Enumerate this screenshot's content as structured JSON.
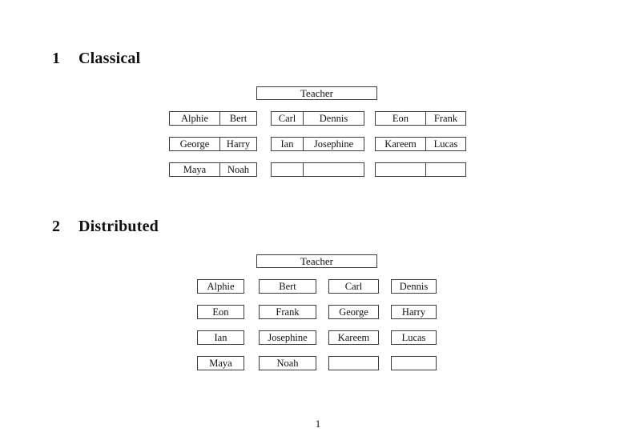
{
  "document": {
    "page_number": "1"
  },
  "sections": [
    {
      "number": "1",
      "title": "Classical",
      "teacher_label": "Teacher",
      "rows": [
        {
          "desks": [
            {
              "seats": [
                "Alphie",
                "Bert"
              ]
            },
            {
              "seats": [
                "Carl",
                "Dennis"
              ]
            },
            {
              "seats": [
                "Eon",
                "Frank"
              ]
            }
          ]
        },
        {
          "desks": [
            {
              "seats": [
                "George",
                "Harry"
              ]
            },
            {
              "seats": [
                "Ian",
                "Josephine"
              ]
            },
            {
              "seats": [
                "Kareem",
                "Lucas"
              ]
            }
          ]
        },
        {
          "desks": [
            {
              "seats": [
                "Maya",
                "Noah"
              ]
            },
            {
              "seats": [
                "",
                ""
              ]
            },
            {
              "seats": [
                "",
                ""
              ]
            }
          ]
        }
      ]
    },
    {
      "number": "2",
      "title": "Distributed",
      "teacher_label": "Teacher",
      "rows": [
        {
          "seats": [
            "Alphie",
            "Bert",
            "Carl",
            "Dennis"
          ]
        },
        {
          "seats": [
            "Eon",
            "Frank",
            "George",
            "Harry"
          ]
        },
        {
          "seats": [
            "Ian",
            "Josephine",
            "Kareem",
            "Lucas"
          ]
        },
        {
          "seats": [
            "Maya",
            "Noah",
            "",
            ""
          ]
        }
      ]
    }
  ]
}
